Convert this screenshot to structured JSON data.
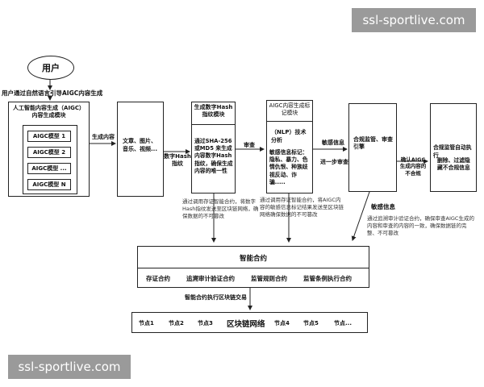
{
  "watermark": {
    "top": "ssl-sportlive.com",
    "bottom": "ssl-sportlive.com"
  },
  "user": {
    "label": "用户",
    "caption": "用户通过自然语言引导AIGC内容生成"
  },
  "aigc_module": {
    "title": "人工智能内容生成（AIGC）内容生成模块",
    "models": [
      "AIGC模型 1",
      "AIGC模型 2",
      "AIGC模型 ...",
      "AIGC模型 N"
    ]
  },
  "edge_generate": "生成内容",
  "content_box": "文章、图片、音乐、视频...",
  "edge_hash": "数字Hash指纹",
  "hash_module": {
    "title": "生成数字Hash指纹模块",
    "body": "通过SHA-256或MD5 来生成内容数字Hash指纹，确保生成内容的唯一性"
  },
  "edge_review": "审查",
  "tag_module": {
    "title": "AIGC内容生成标记模块",
    "body_1": "（NLP）技术分析",
    "body_2": "敏感信息标记：隐私、暴力、色情仇恨、种族歧视反动、诈骗....."
  },
  "edge_sensitive": "敏感信息",
  "edge_further": "进一步审查",
  "compliance_review": "合规监管、审查引擎",
  "edge_confirm": "确认AIGC生成内容的不合规",
  "auto_exec": {
    "title": "合规监管自动执行",
    "body": "删除、过滤隐藏不合规信息"
  },
  "note_hash": "通过调用存证智能合约，将数字Hash指纹发送至区块链网络，确保数据的不可篡改",
  "note_tag": "通过调用存证智能合约，将AIGC内容的敏感信息标记结果发送至区块链网络确保数据的不可篡改",
  "sensitive_label": "敏感信息",
  "note_sensitive": "通过追溯审计验证合约，确保审查AIGC生成的内容和审查的内容的一致，确保数据链的完整、不可篡改",
  "smart_contracts": {
    "title": "智能合约",
    "items": [
      "存证合约",
      "追溯审计验证合约",
      "监管规则合约",
      "监管条例执行合约"
    ]
  },
  "exec_label": "智能合约执行区块链交易",
  "blockchain": {
    "title": "区块链网络",
    "nodes_left": [
      "节点1",
      "节点2",
      "节点3"
    ],
    "nodes_right": [
      "节点4",
      "节点5",
      "节点..."
    ]
  }
}
